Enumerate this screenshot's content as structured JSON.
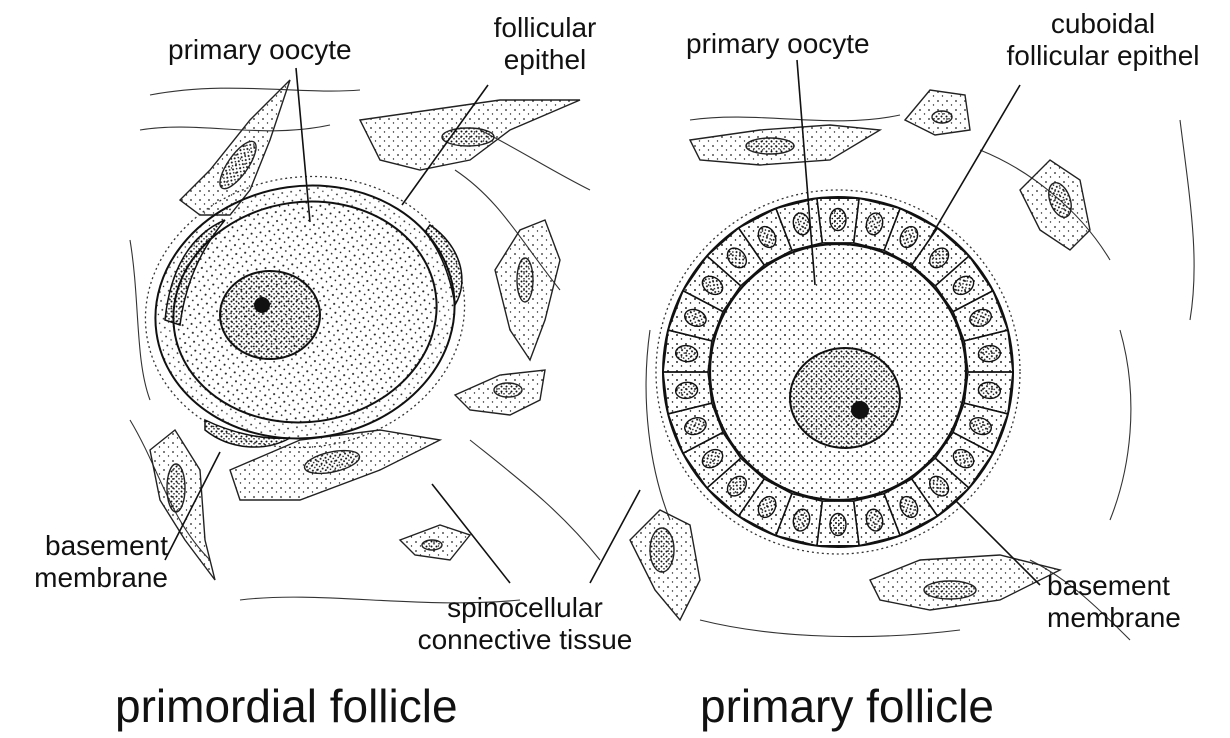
{
  "figures": [
    {
      "caption": "primordial follicle",
      "labels": {
        "primary_oocyte": "primary oocyte",
        "follicular_epithel": [
          "follicular",
          "epithel"
        ],
        "basement_membrane": [
          "basement",
          "membrane"
        ]
      }
    },
    {
      "caption": "primary follicle",
      "labels": {
        "primary_oocyte": "primary oocyte",
        "cuboidal_follicular_epithel": [
          "cuboidal",
          "follicular epithel"
        ],
        "basement_membrane": [
          "basement",
          "membrane"
        ]
      }
    }
  ],
  "shared_label": [
    "spinocellular",
    "connective tissue"
  ]
}
